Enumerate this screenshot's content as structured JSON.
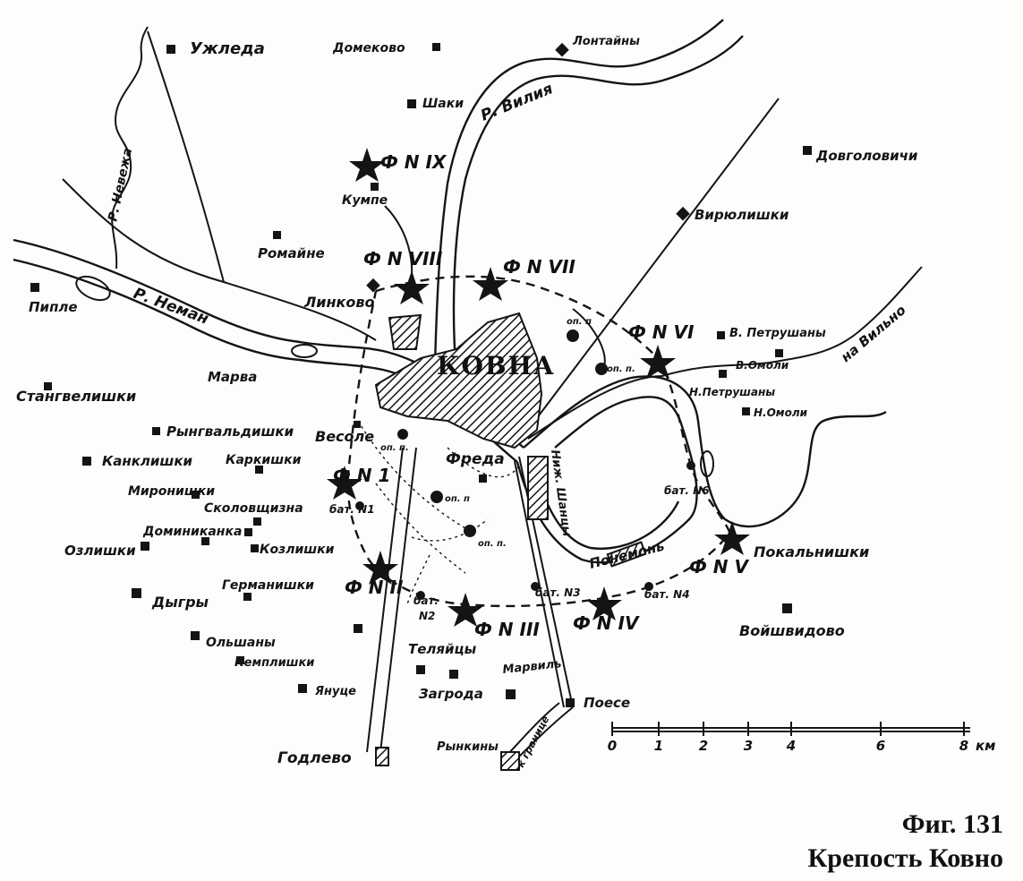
{
  "caption": {
    "figure": "Фиг. 131",
    "title": "Крепость Ковно"
  },
  "colors": {
    "ink": "#141414",
    "paper": "#fdfdfb"
  },
  "city": {
    "name": "КОВНА"
  },
  "rivers": {
    "neman": "Р. Неман",
    "viliya": "Р. Вилия",
    "nevezha": "Р. Невежа"
  },
  "roads": {
    "to_vilno": "на Вильно",
    "to_border": "к границе"
  },
  "forts": [
    {
      "id": "1",
      "label": "Ф N 1"
    },
    {
      "id": "2",
      "label": "Ф N II"
    },
    {
      "id": "3",
      "label": "Ф N III"
    },
    {
      "id": "4",
      "label": "Ф N IV"
    },
    {
      "id": "5",
      "label": "Ф N V"
    },
    {
      "id": "6",
      "label": "Ф N VI"
    },
    {
      "id": "7",
      "label": "Ф N VII"
    },
    {
      "id": "8",
      "label": "Ф N VIII"
    },
    {
      "id": "9",
      "label": "Ф N IX"
    }
  ],
  "batteries": [
    {
      "id": "1",
      "label": "бат. N1"
    },
    {
      "id": "2a",
      "label": "бат."
    },
    {
      "id": "2b",
      "label": "N2"
    },
    {
      "id": "3",
      "label": "бат. N3"
    },
    {
      "id": "4",
      "label": "бат. N4"
    },
    {
      "id": "6",
      "label": "бат. N6"
    }
  ],
  "strongpoints": [
    {
      "id": "a",
      "label": "оп. п"
    },
    {
      "id": "b",
      "label": "оп. п."
    },
    {
      "id": "c",
      "label": "оп. п."
    },
    {
      "id": "d",
      "label": "оп. п"
    },
    {
      "id": "e",
      "label": "оп. п."
    }
  ],
  "places": [
    {
      "id": "uzhleda",
      "label": "Ужледа"
    },
    {
      "id": "domekovo",
      "label": "Домеково"
    },
    {
      "id": "lontainy",
      "label": "Лонтайны"
    },
    {
      "id": "shaki",
      "label": "Шаки"
    },
    {
      "id": "dovgolovichi",
      "label": "Довголовичи"
    },
    {
      "id": "kumpe",
      "label": "Кумпе"
    },
    {
      "id": "viryulishki",
      "label": "Вирюлишки"
    },
    {
      "id": "romaine",
      "label": "Ромайне"
    },
    {
      "id": "linkovo",
      "label": "Линково"
    },
    {
      "id": "piple",
      "label": "Пипле"
    },
    {
      "id": "v_petrushany",
      "label": "В. Петрушаны"
    },
    {
      "id": "v_omoli",
      "label": "В.Омоли"
    },
    {
      "id": "n_petrushany",
      "label": "Н.Петрушаны"
    },
    {
      "id": "n_omoli",
      "label": "Н.Омоли"
    },
    {
      "id": "marva",
      "label": "Марва"
    },
    {
      "id": "stangvelishki",
      "label": "Стангвелишки"
    },
    {
      "id": "ryngvaldishki",
      "label": "Рынгвальдишки"
    },
    {
      "id": "vesole",
      "label": "Весоле"
    },
    {
      "id": "kanklishki",
      "label": "Канклишки"
    },
    {
      "id": "karkishki",
      "label": "Каркишки"
    },
    {
      "id": "freda",
      "label": "Фреда"
    },
    {
      "id": "nizh_shancy",
      "label": "Ниж. Шанцы"
    },
    {
      "id": "mironishki",
      "label": "Миронишки"
    },
    {
      "id": "skolovshchizna",
      "label": "Сколовщизна"
    },
    {
      "id": "dominikanka",
      "label": "Доминиканка"
    },
    {
      "id": "ozlishki",
      "label": "Озлишки"
    },
    {
      "id": "kozlishki",
      "label": "Козлишки"
    },
    {
      "id": "ponemon",
      "label": "Понемонь"
    },
    {
      "id": "pokalnishki",
      "label": "Покальнишки"
    },
    {
      "id": "germanishki",
      "label": "Германишки"
    },
    {
      "id": "dygry",
      "label": "Дыгры"
    },
    {
      "id": "voishvidovo",
      "label": "Войшвидово"
    },
    {
      "id": "olshany",
      "label": "Ольшаны"
    },
    {
      "id": "telyaicy",
      "label": "Теляйцы"
    },
    {
      "id": "kemplishki",
      "label": "Кемплишки"
    },
    {
      "id": "marvil",
      "label": "Марвиль"
    },
    {
      "id": "yanuce",
      "label": "Януце"
    },
    {
      "id": "zagroda",
      "label": "Загрода"
    },
    {
      "id": "poese",
      "label": "Поесе"
    },
    {
      "id": "rynkiny",
      "label": "Рынкины"
    },
    {
      "id": "godlevo",
      "label": "Годлево"
    }
  ],
  "scale": {
    "ticks": [
      "0",
      "1",
      "2",
      "3",
      "4",
      "6",
      "8"
    ],
    "unit": "км"
  }
}
